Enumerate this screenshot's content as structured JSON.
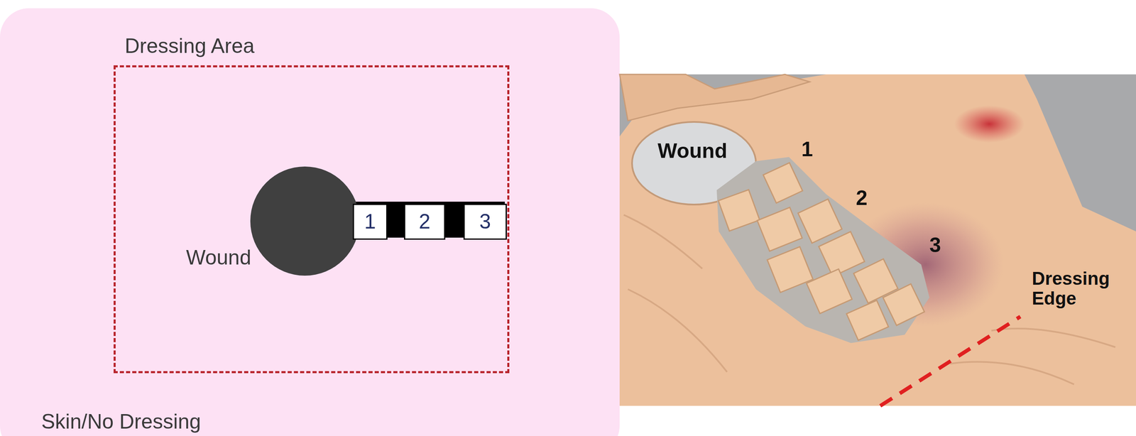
{
  "diagram": {
    "nodes": [
      {
        "text": [
          "Skin/No Dressing"
        ]
      },
      {
        "text": [
          "Dressing Area"
        ],
        "in": 0
      },
      {
        "text": [
          "Wound"
        ],
        "in": 1
      },
      {
        "text": [
          "1"
        ],
        "in": 1
      },
      {
        "text": [
          "2"
        ],
        "in": 1
      },
      {
        "text": [
          "3"
        ],
        "in": 1
      }
    ],
    "labels": [
      "Wound",
      "1",
      "2",
      "3",
      "Dressing Edge"
    ]
  }
}
